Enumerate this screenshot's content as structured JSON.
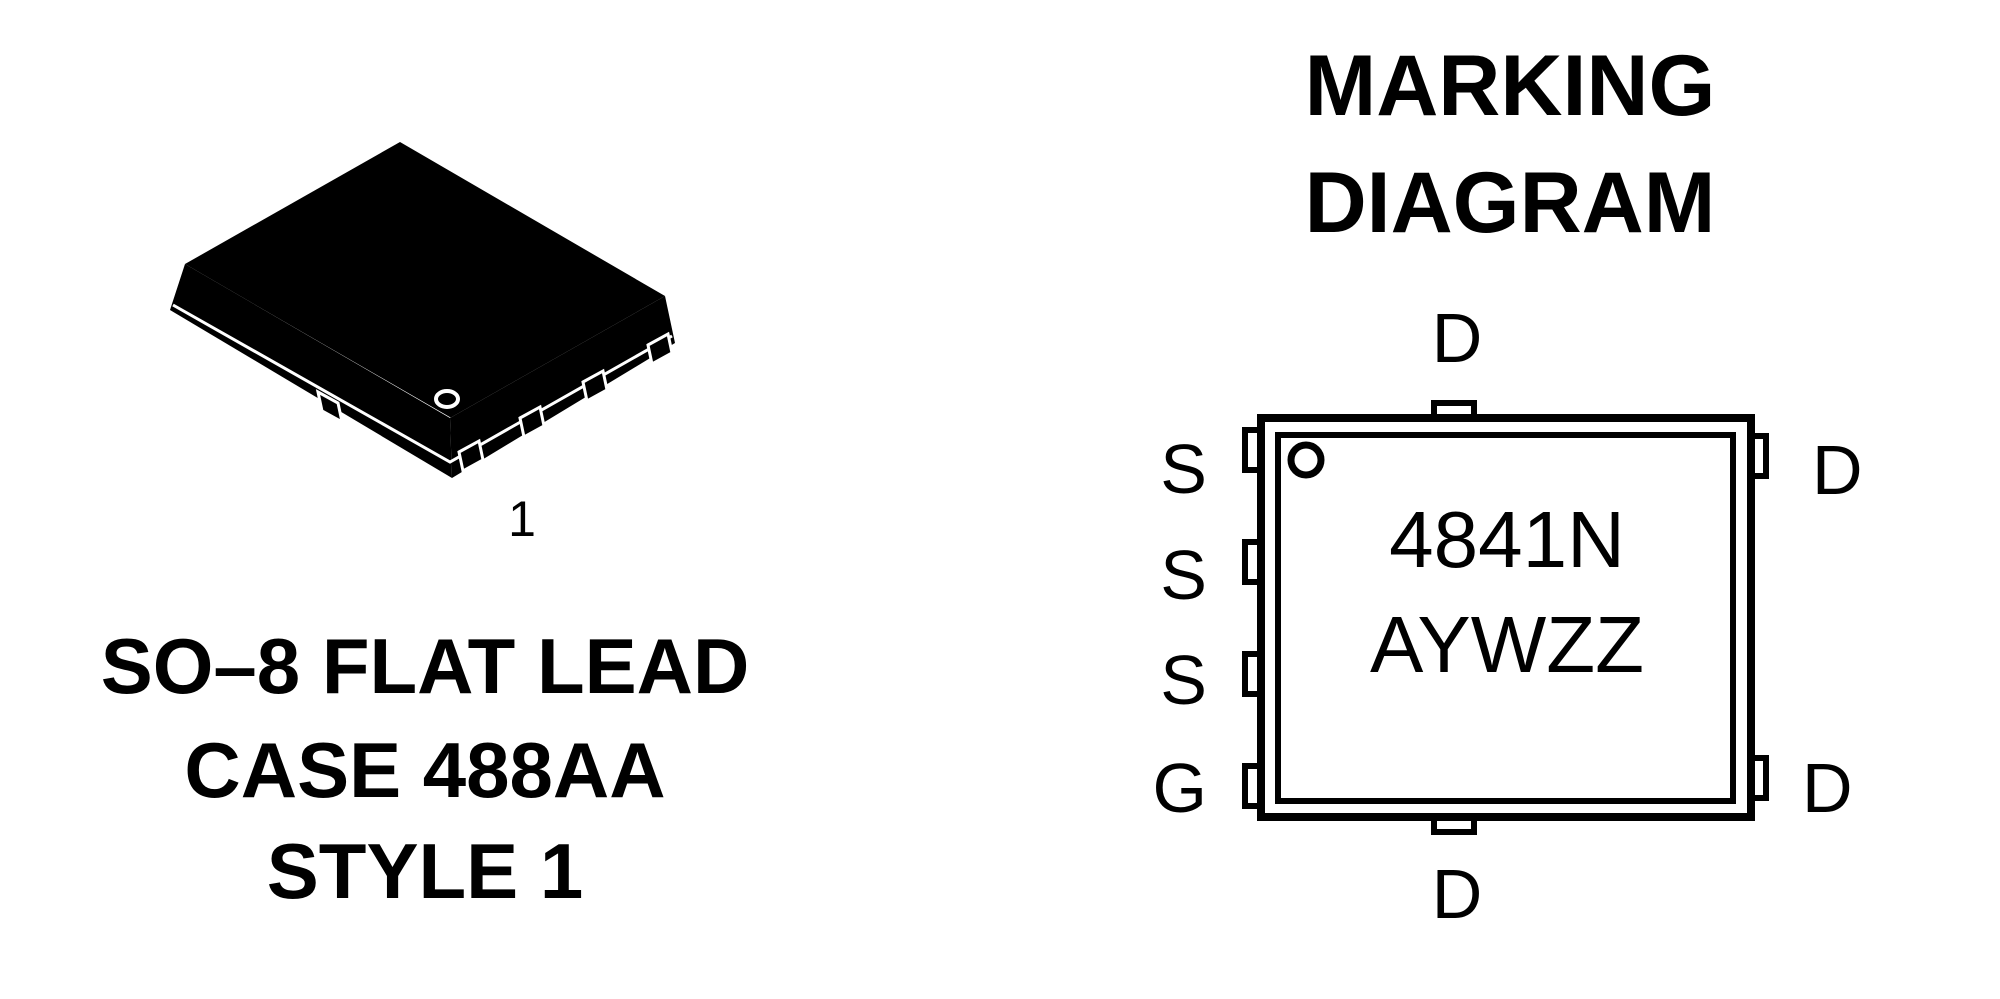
{
  "package_view": {
    "pin1_label": "1",
    "caption_lines": [
      "SO–8 FLAT LEAD",
      "CASE 488AA",
      "STYLE 1"
    ]
  },
  "marking_diagram": {
    "title_lines": [
      "MARKING",
      "DIAGRAM"
    ],
    "marking_lines": [
      "4841N",
      "AYWZZ"
    ],
    "pins": {
      "top": "D",
      "bottom": "D",
      "left": [
        "S",
        "S",
        "S",
        "G"
      ],
      "right_top": "D",
      "right_bottom": "D"
    }
  },
  "colors": {
    "ink": "#000000",
    "paper": "#ffffff"
  }
}
